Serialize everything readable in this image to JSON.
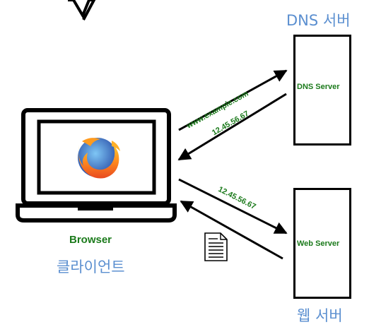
{
  "labels": {
    "dns_title": "DNS 서버",
    "web_title": "웹 서버",
    "client_title": "클라이언트",
    "browser": "Browser"
  },
  "servers": {
    "dns_label": "DNS Server",
    "web_label": "Web Server"
  },
  "arrows": {
    "request_domain": "www.example.com",
    "dns_response_ip": "12.45.56.67",
    "web_request_ip": "12.45.56.67"
  },
  "icons": {
    "browser_logo": "firefox-icon",
    "document": "document-icon",
    "laptop": "laptop-icon"
  },
  "colors": {
    "korean_text": "#5b8fd0",
    "label_green": "#1b7a1b",
    "stroke": "#000000"
  }
}
